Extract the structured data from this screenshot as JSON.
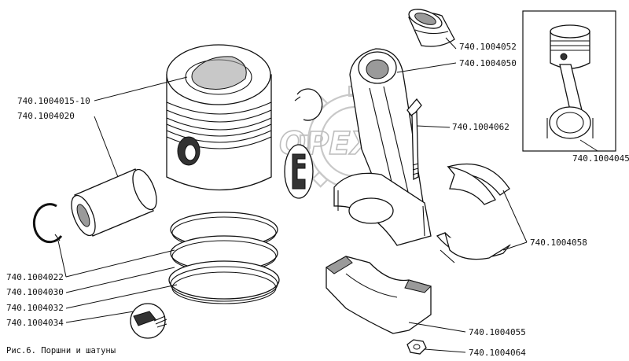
{
  "caption": "Рис.6. Поршни и шатуны",
  "watermark": "OPEX",
  "callouts": [
    {
      "id": "bearing-bushing",
      "text": "740.1004052"
    },
    {
      "id": "connecting-rod",
      "text": "740.1004050"
    },
    {
      "id": "piston",
      "text": "740.1004015-10"
    },
    {
      "id": "piston-pin",
      "text": "740.1004020"
    },
    {
      "id": "rod-bolt",
      "text": "740.1004062"
    },
    {
      "id": "rod-assembly",
      "text": "740.1004045"
    },
    {
      "id": "bearing-shells",
      "text": "740.1004058"
    },
    {
      "id": "retaining-ring",
      "text": "740.1004022"
    },
    {
      "id": "compression-ring-1",
      "text": "740.1004030"
    },
    {
      "id": "compression-ring-2",
      "text": "740.1004032"
    },
    {
      "id": "oil-ring",
      "text": "740.1004034"
    },
    {
      "id": "rod-cap",
      "text": "740.1004055"
    },
    {
      "id": "rod-nut",
      "text": "740.1004064"
    }
  ]
}
